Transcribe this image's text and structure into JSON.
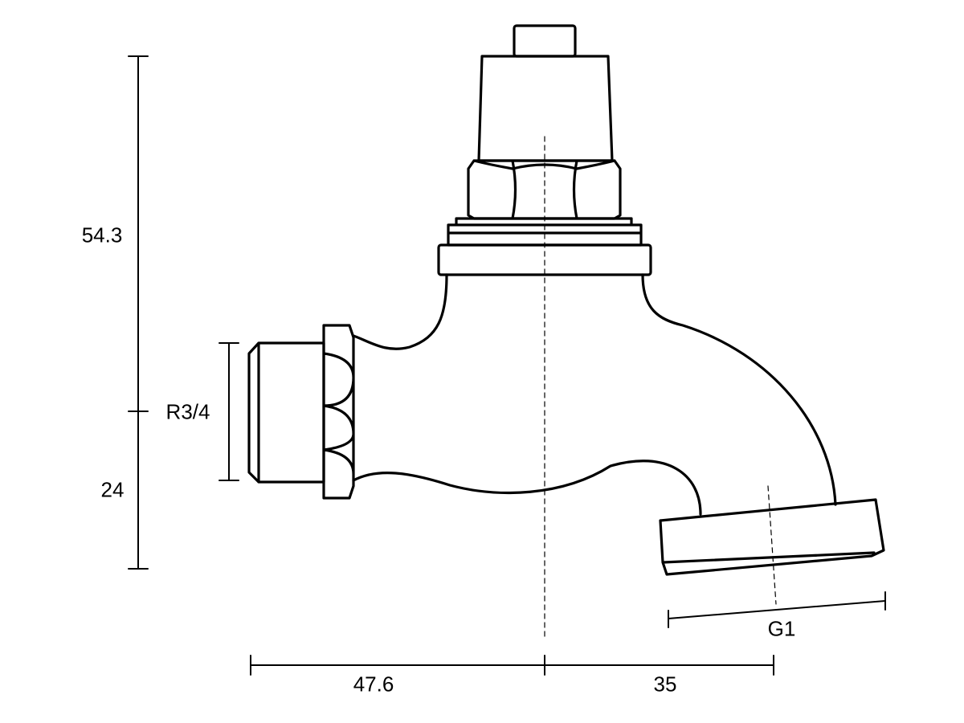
{
  "title": "Tap dimension drawing",
  "dimensions": {
    "overall_height": "54.3",
    "lower_height": "24",
    "inlet_thread": "R3/4",
    "outlet_thread": "G1",
    "left_length": "47.6",
    "right_length": "35"
  },
  "colors": {
    "line": "#000000",
    "background": "#ffffff"
  }
}
